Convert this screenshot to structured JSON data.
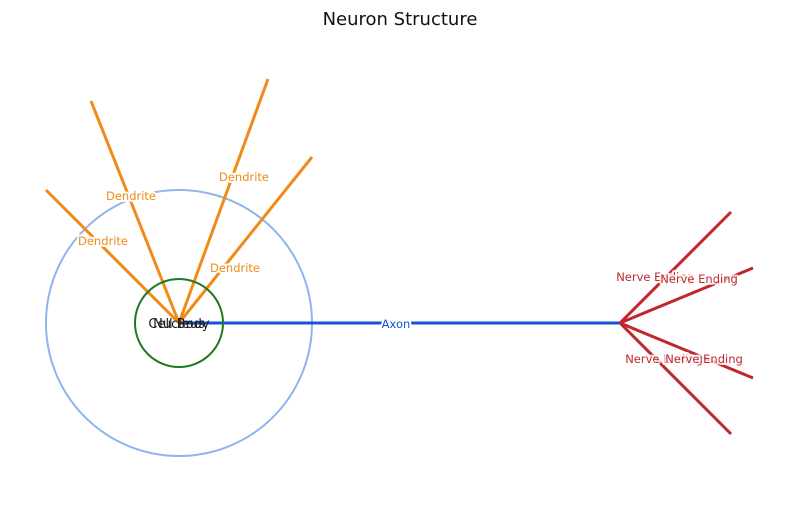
{
  "title": "Neuron Structure",
  "parts": {
    "cell_body": "Cell Body",
    "nucleus": "Nucleus",
    "axon": "Axon",
    "dendrite": "Dendrite",
    "nerve_ending": "Nerve Ending"
  },
  "colors": {
    "cell_body": "#8fb4ee",
    "nucleus": "#1f7a1f",
    "axon": "#1452d8",
    "dendrite": "#f28a16",
    "nerve_ending": "#c0272d"
  }
}
